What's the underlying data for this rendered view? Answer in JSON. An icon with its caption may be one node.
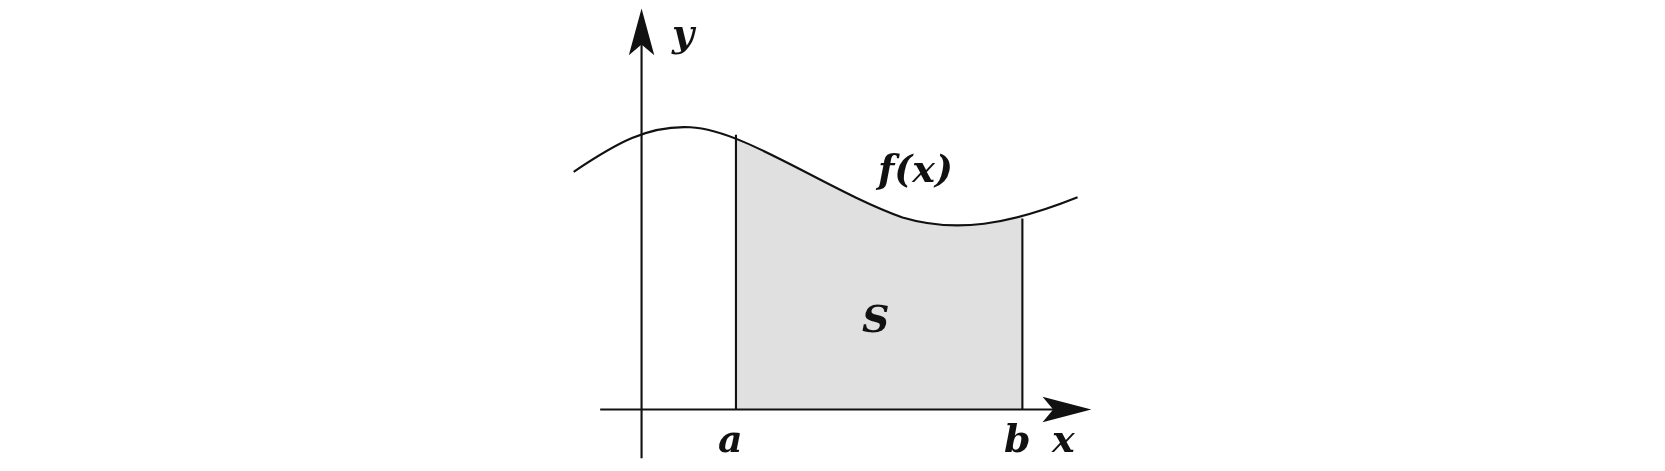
{
  "diagram": {
    "labels": [
      "y",
      "f(x)",
      "S",
      "a",
      "b",
      "x"
    ]
  }
}
